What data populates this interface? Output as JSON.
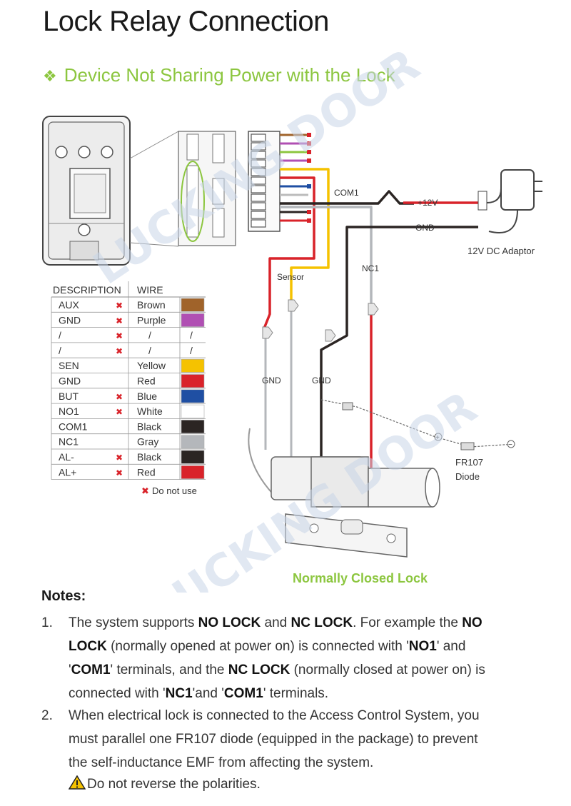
{
  "title": "Lock Relay Connection",
  "subtitle": "Device Not Sharing Power with the Lock",
  "subtitle_bullet": "❖",
  "terminal_labels": {
    "com1": "COM1",
    "plus12v": "+12V",
    "gnd_top": "GND",
    "adaptor": "12V DC Adaptor",
    "nc1": "NC1",
    "sensor": "Sensor",
    "gnd_left": "GND",
    "gnd_mid": "GND",
    "diode": "FR107",
    "diode_sub": "Diode",
    "plus_sign": "+",
    "minus_sign": "−",
    "lock_label": "Normally Closed Lock"
  },
  "table": {
    "headers": [
      "DESCRIPTION",
      "WIRE"
    ],
    "rows": [
      {
        "desc": "AUX",
        "x": true,
        "wire": "Brown",
        "color": "#a0632a"
      },
      {
        "desc": "GND",
        "x": true,
        "wire": "Purple",
        "color": "#b04fb3"
      },
      {
        "desc": "/",
        "x": true,
        "wire": "/",
        "color": "",
        "slash": true
      },
      {
        "desc": "/",
        "x": true,
        "wire": "/",
        "color": "",
        "slash": true
      },
      {
        "desc": "SEN",
        "x": false,
        "wire": "Yellow",
        "color": "#f5c200"
      },
      {
        "desc": "GND",
        "x": false,
        "wire": "Red",
        "color": "#d9232a"
      },
      {
        "desc": "BUT",
        "x": true,
        "wire": "Blue",
        "color": "#1f4fa3"
      },
      {
        "desc": "NO1",
        "x": true,
        "wire": "White",
        "color": "#ffffff"
      },
      {
        "desc": "COM1",
        "x": false,
        "wire": "Black",
        "color": "#2b2523"
      },
      {
        "desc": "NC1",
        "x": false,
        "wire": "Gray",
        "color": "#b4b7bb"
      },
      {
        "desc": "AL-",
        "x": true,
        "wire": "Black",
        "color": "#2b2523"
      },
      {
        "desc": "AL+",
        "x": true,
        "wire": "Red",
        "color": "#d9232a"
      }
    ],
    "x_mark": "✖",
    "legend": "Do not use"
  },
  "watermark": "LUCKING DOOR",
  "notes": {
    "heading": "Notes:",
    "items": [
      {
        "num": "1.",
        "line1a": "The system supports ",
        "b1": "NO LOCK",
        "line1b": " and ",
        "b2": "NC LOCK",
        "line1c": ". For example the ",
        "b3": "NO",
        "line2a": "",
        "b4": "LOCK",
        "line2b": " (normally opened at power on) is connected with '",
        "b5": "NO1",
        "line2c": "' and",
        "line3a": "'",
        "b6": "COM1",
        "line3b": "' terminals, and the ",
        "b7": "NC LOCK",
        "line3c": " (normally closed at power on) is",
        "line4a": "connected with '",
        "b8": "NC1",
        "line4b": "'and '",
        "b9": "COM1",
        "line4c": "' terminals."
      },
      {
        "num": "2.",
        "line1": "When electrical lock is connected to the Access Control System, you",
        "line2": "must parallel one FR107 diode (equipped in the package) to prevent",
        "line3": "the self-inductance EMF from affecting the system."
      }
    ],
    "warning": "Do not reverse the polarities."
  },
  "colors": {
    "accent_green": "#8cc63f",
    "red": "#d9232a",
    "yellow": "#f5c200",
    "black": "#2b2523",
    "gray": "#b4b7bb"
  }
}
